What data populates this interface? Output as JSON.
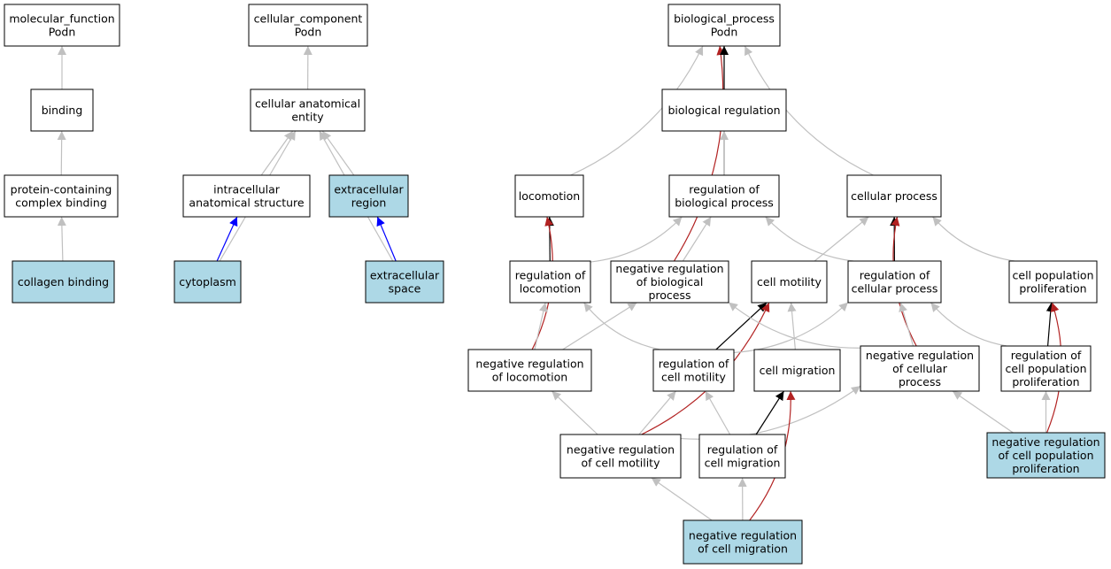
{
  "colors": {
    "annotated_fill": "#add8e6",
    "default_fill": "#ffffff",
    "is_a": "#c0c0c0",
    "part_of": "#0000ff",
    "regulates": "#000000",
    "negatively_regulates": "#b22222"
  },
  "nodes": [
    {
      "id": "mf",
      "lines": [
        "molecular_function",
        "Podn"
      ],
      "annotated": false
    },
    {
      "id": "binding",
      "lines": [
        "binding"
      ],
      "annotated": false
    },
    {
      "id": "pcb",
      "lines": [
        "protein-containing",
        "complex binding"
      ],
      "annotated": false
    },
    {
      "id": "collagen",
      "lines": [
        "collagen binding"
      ],
      "annotated": true
    },
    {
      "id": "cc",
      "lines": [
        "cellular_component",
        "Podn"
      ],
      "annotated": false
    },
    {
      "id": "cae",
      "lines": [
        "cellular anatomical",
        "entity"
      ],
      "annotated": false
    },
    {
      "id": "ias",
      "lines": [
        "intracellular",
        "anatomical structure"
      ],
      "annotated": false
    },
    {
      "id": "er",
      "lines": [
        "extracellular",
        "region"
      ],
      "annotated": true
    },
    {
      "id": "cyto",
      "lines": [
        "cytoplasm"
      ],
      "annotated": true
    },
    {
      "id": "es",
      "lines": [
        "extracellular",
        "space"
      ],
      "annotated": true
    },
    {
      "id": "bp",
      "lines": [
        "biological_process",
        "Podn"
      ],
      "annotated": false
    },
    {
      "id": "breg",
      "lines": [
        "biological regulation"
      ],
      "annotated": false
    },
    {
      "id": "loco",
      "lines": [
        "locomotion"
      ],
      "annotated": false
    },
    {
      "id": "rbp",
      "lines": [
        "regulation of",
        "biological process"
      ],
      "annotated": false
    },
    {
      "id": "cp",
      "lines": [
        "cellular process"
      ],
      "annotated": false
    },
    {
      "id": "rloco",
      "lines": [
        "regulation of",
        "locomotion"
      ],
      "annotated": false
    },
    {
      "id": "nrbp",
      "lines": [
        "negative regulation",
        "of biological",
        "process"
      ],
      "annotated": false
    },
    {
      "id": "cm",
      "lines": [
        "cell motility"
      ],
      "annotated": false
    },
    {
      "id": "rcp",
      "lines": [
        "regulation of",
        "cellular process"
      ],
      "annotated": false
    },
    {
      "id": "cpp",
      "lines": [
        "cell population",
        "proliferation"
      ],
      "annotated": false
    },
    {
      "id": "nrloco",
      "lines": [
        "negative regulation",
        "of locomotion"
      ],
      "annotated": false
    },
    {
      "id": "rcm",
      "lines": [
        "regulation of",
        "cell motility"
      ],
      "annotated": false
    },
    {
      "id": "cmig",
      "lines": [
        "cell migration"
      ],
      "annotated": false
    },
    {
      "id": "nrcp",
      "lines": [
        "negative regulation",
        "of cellular",
        "process"
      ],
      "annotated": false
    },
    {
      "id": "rcpp",
      "lines": [
        "regulation of",
        "cell population",
        "proliferation"
      ],
      "annotated": false
    },
    {
      "id": "nrcm",
      "lines": [
        "negative regulation",
        "of cell motility"
      ],
      "annotated": false
    },
    {
      "id": "rcmig",
      "lines": [
        "regulation of",
        "cell migration"
      ],
      "annotated": false
    },
    {
      "id": "nrcpp",
      "lines": [
        "negative regulation",
        "of cell population",
        "proliferation"
      ],
      "annotated": true
    },
    {
      "id": "nrcmig",
      "lines": [
        "negative regulation",
        "of cell migration"
      ],
      "annotated": true
    }
  ],
  "edges": [
    {
      "from": "binding",
      "to": "mf",
      "type": "is_a"
    },
    {
      "from": "pcb",
      "to": "binding",
      "type": "is_a"
    },
    {
      "from": "collagen",
      "to": "pcb",
      "type": "is_a"
    },
    {
      "from": "cae",
      "to": "cc",
      "type": "is_a"
    },
    {
      "from": "ias",
      "to": "cae",
      "type": "is_a"
    },
    {
      "from": "er",
      "to": "cae",
      "type": "is_a"
    },
    {
      "from": "cyto",
      "to": "cae",
      "type": "is_a"
    },
    {
      "from": "cyto",
      "to": "ias",
      "type": "part_of"
    },
    {
      "from": "es",
      "to": "er",
      "type": "part_of"
    },
    {
      "from": "es",
      "to": "cae",
      "type": "is_a"
    },
    {
      "from": "loco",
      "to": "bp",
      "type": "is_a"
    },
    {
      "from": "nrbp",
      "to": "bp",
      "type": "negatively_regulates"
    },
    {
      "from": "breg",
      "to": "bp",
      "type": "is_a"
    },
    {
      "from": "rbp",
      "to": "bp",
      "type": "regulates"
    },
    {
      "from": "cp",
      "to": "bp",
      "type": "is_a"
    },
    {
      "from": "rbp",
      "to": "breg",
      "type": "is_a"
    },
    {
      "from": "rloco",
      "to": "loco",
      "type": "regulates"
    },
    {
      "from": "nrloco",
      "to": "loco",
      "type": "negatively_regulates"
    },
    {
      "from": "rloco",
      "to": "rbp",
      "type": "is_a"
    },
    {
      "from": "nrbp",
      "to": "rbp",
      "type": "is_a"
    },
    {
      "from": "rcp",
      "to": "rbp",
      "type": "is_a"
    },
    {
      "from": "cm",
      "to": "cp",
      "type": "is_a"
    },
    {
      "from": "rcp",
      "to": "cp",
      "type": "regulates"
    },
    {
      "from": "cpp",
      "to": "cp",
      "type": "is_a"
    },
    {
      "from": "nrcp",
      "to": "cp",
      "type": "negatively_regulates"
    },
    {
      "from": "nrloco",
      "to": "rloco",
      "type": "is_a"
    },
    {
      "from": "nrloco",
      "to": "nrbp",
      "type": "is_a"
    },
    {
      "from": "rcm",
      "to": "rloco",
      "type": "is_a"
    },
    {
      "from": "rcm",
      "to": "cm",
      "type": "regulates"
    },
    {
      "from": "cmig",
      "to": "cm",
      "type": "is_a"
    },
    {
      "from": "nrcm",
      "to": "cm",
      "type": "negatively_regulates"
    },
    {
      "from": "rcm",
      "to": "rcp",
      "type": "is_a"
    },
    {
      "from": "nrcp",
      "to": "nrbp",
      "type": "is_a"
    },
    {
      "from": "nrcp",
      "to": "rcp",
      "type": "is_a"
    },
    {
      "from": "rcpp",
      "to": "rcp",
      "type": "is_a"
    },
    {
      "from": "rcpp",
      "to": "cpp",
      "type": "regulates"
    },
    {
      "from": "nrcpp",
      "to": "cpp",
      "type": "negatively_regulates"
    },
    {
      "from": "nrcm",
      "to": "nrloco",
      "type": "is_a"
    },
    {
      "from": "nrcm",
      "to": "rcm",
      "type": "is_a"
    },
    {
      "from": "nrcm",
      "to": "nrcp",
      "type": "is_a"
    },
    {
      "from": "rcmig",
      "to": "rcm",
      "type": "is_a"
    },
    {
      "from": "rcmig",
      "to": "cmig",
      "type": "regulates"
    },
    {
      "from": "nrcpp",
      "to": "nrcp",
      "type": "is_a"
    },
    {
      "from": "nrcpp",
      "to": "rcpp",
      "type": "is_a"
    },
    {
      "from": "nrcmig",
      "to": "nrcm",
      "type": "is_a"
    },
    {
      "from": "nrcmig",
      "to": "rcmig",
      "type": "is_a"
    },
    {
      "from": "nrcmig",
      "to": "cmig",
      "type": "negatively_regulates"
    }
  ]
}
